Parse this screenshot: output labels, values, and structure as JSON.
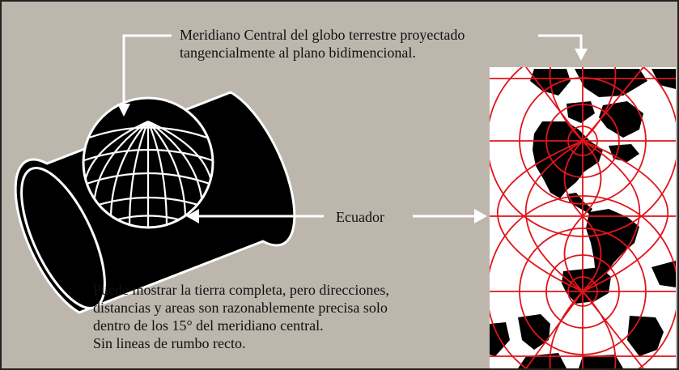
{
  "meridian_label": {
    "line1": "Meridiano Central del globo terrestre proyectado",
    "line2": "tangencialmente al plano bidimencional."
  },
  "equator_label": "Ecuador",
  "description": {
    "line1": "Puede mostrar la tierra completa, pero direcciones,",
    "line2": "distancias y areas son razonablemente precisa solo",
    "line3": "dentro de los 15° del meridiano central.",
    "line4": "Sin lineas de rumbo recto."
  },
  "colors": {
    "background": "#bcb6ad",
    "arrow": "#ffffff",
    "cylinder": "#000000",
    "graticule_grid": "#e0141c",
    "map_land": "#000000",
    "map_ocean": "#ffffff"
  },
  "icons": {
    "cylinder": "cylinder-with-globe-icon",
    "map": "transverse-mercator-map-icon"
  }
}
